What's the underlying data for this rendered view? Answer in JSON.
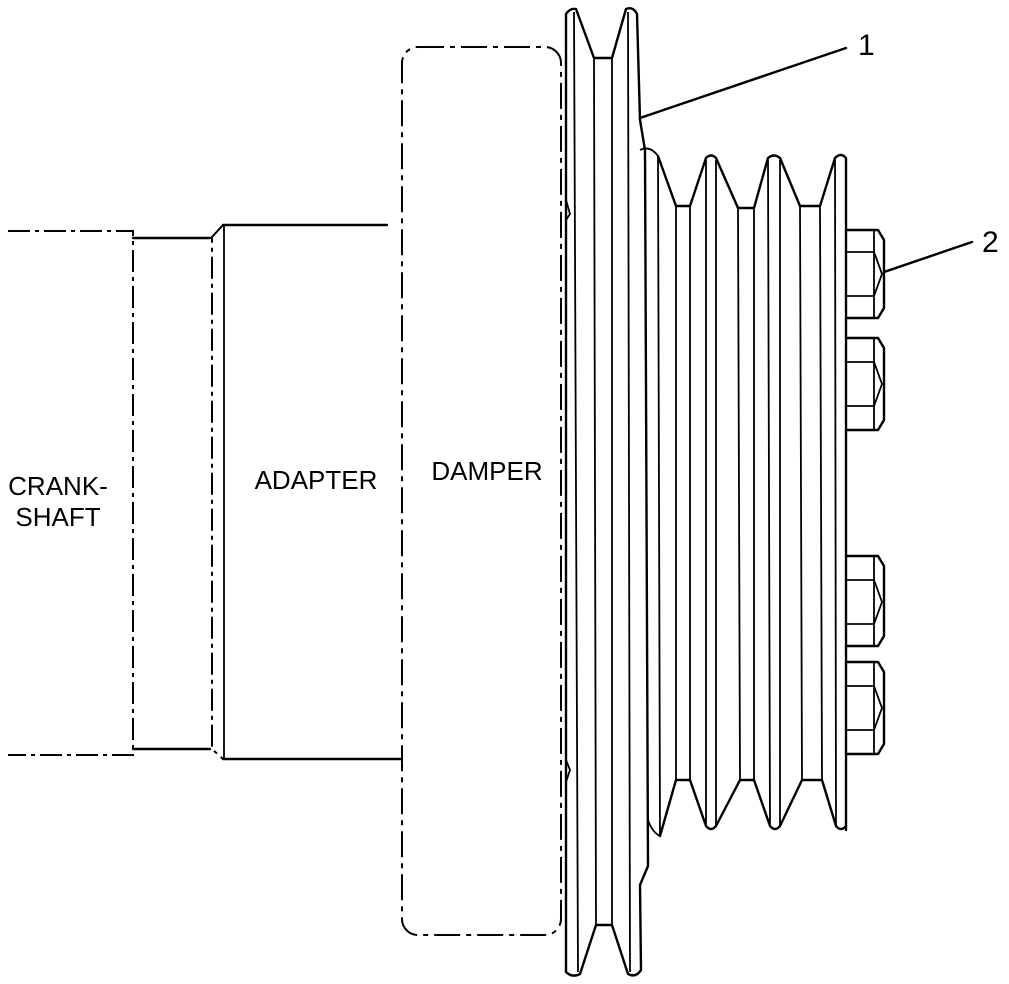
{
  "labels": {
    "crankshaft_line1": "CRANK-",
    "crankshaft_line2": "SHAFT",
    "adapter": "ADAPTER",
    "damper": "DAMPER"
  },
  "callouts": {
    "c1": "1",
    "c2": "2"
  }
}
